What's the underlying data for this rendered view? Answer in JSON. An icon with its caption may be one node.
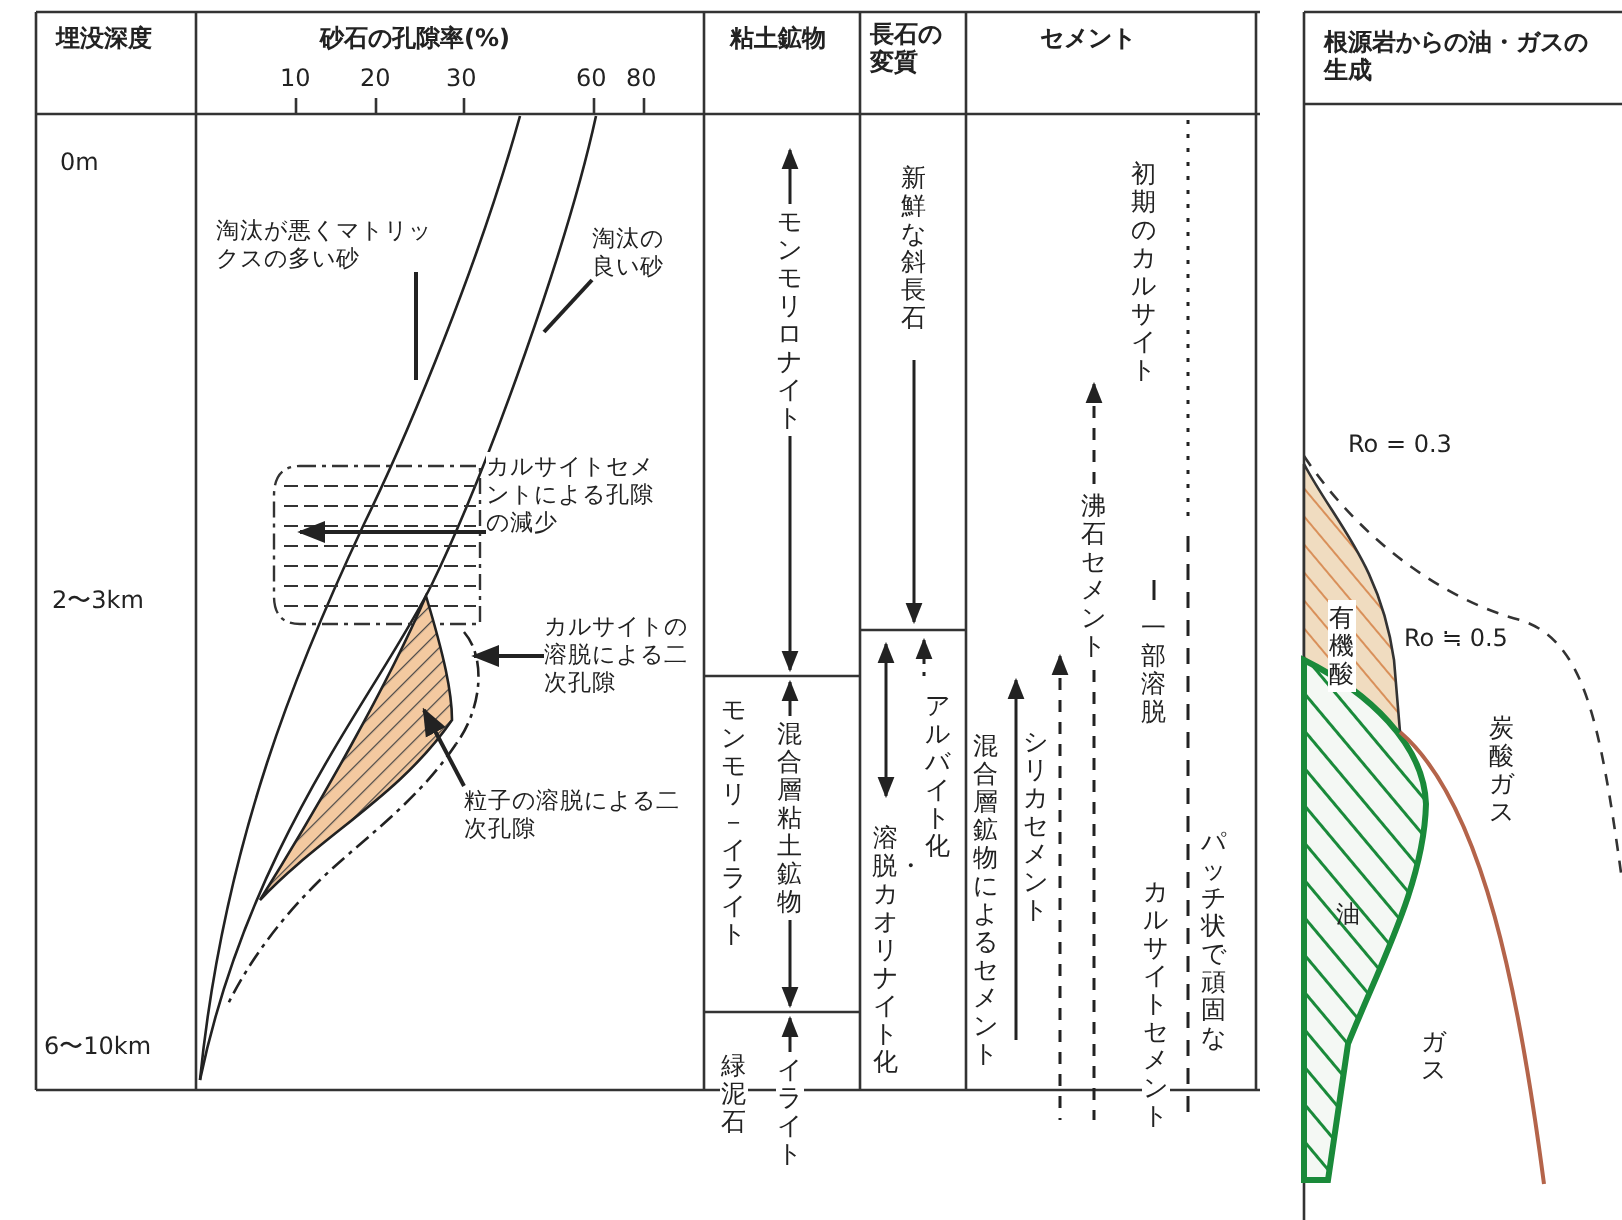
{
  "diagram": {
    "nodes": [
      {
        "text": [
          "淘汰が悪くマトリックスの多い砂"
        ]
      },
      {
        "text": [
          "淘汰の良い砂"
        ]
      },
      {
        "text": [
          "カルサイトセメントによる孔隙の減少"
        ]
      },
      {
        "text": [
          "カルサイトの溶脱による二次孔隙"
        ]
      },
      {
        "text": [
          "粒子の溶脱による二次孔隙"
        ]
      },
      {
        "text": [],
        "shape": "area"
      },
      {
        "text": [],
        "shape": "outline"
      },
      {
        "text": [],
        "shape": "area"
      }
    ],
    "edges": [
      {
        "from": 0,
        "to": null,
        "arrow": "none"
      },
      {
        "from": 1,
        "to": null,
        "arrow": "none"
      },
      {
        "from": 2,
        "to": 5,
        "arrow": "to"
      },
      {
        "from": 3,
        "to": 6,
        "arrow": "to"
      },
      {
        "from": 4,
        "to": 7,
        "arrow": "to"
      }
    ],
    "labels": [
      "埋没深度",
      "砂石の孔隙率(%)",
      "10",
      "20",
      "30",
      "60",
      "80",
      "粘土鉱物",
      "長石の変質",
      "セメント",
      "根源岩からの油・ガスの生成",
      "0m",
      "2〜3km",
      "6〜10km",
      "モンモリロナイト",
      "モンモリ－イライト",
      "混合層粘土鉱物",
      "緑泥石",
      "イライト",
      "新鮮な斜長石",
      "アルバイト化",
      "溶脱・カオリナイト化",
      "初期のカルサイト",
      "沸石セメント",
      "一部溶脱",
      "混合層鉱物によるセメント",
      "シリカセメント",
      "カルサイトセメント",
      "パッチ状で頑固な",
      "Ro = 0.3",
      "Ro ≒ 0.5",
      "有機酸",
      "炭酸ガス",
      "油",
      "ガス"
    ]
  }
}
